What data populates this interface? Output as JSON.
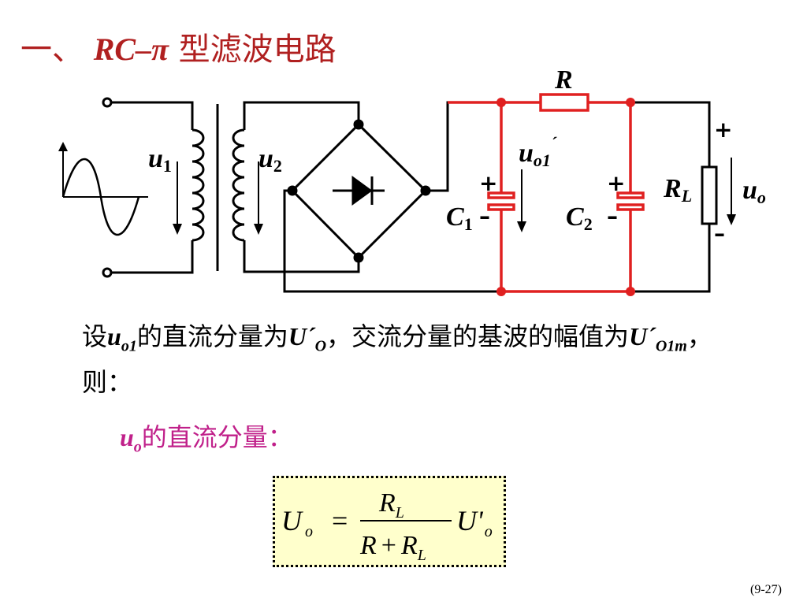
{
  "title": {
    "prefix": "一、",
    "rc": "RC–π",
    "suffix": " 型滤波电路"
  },
  "circuit": {
    "labels": {
      "u1": "u",
      "u1_sub": "1",
      "u2": "u",
      "u2_sub": "2",
      "uo1": "u",
      "uo1_sub": "o1",
      "uo1_prime": "´",
      "R": "R",
      "RL": "R",
      "RL_sub": "L",
      "C1": "C",
      "C1_sub": "1",
      "C2": "C",
      "C2_sub": "2",
      "uo": "u",
      "uo_sub": "o",
      "plus": "+",
      "minus": "–"
    },
    "colors": {
      "filter_wire": "#e02020",
      "wire": "#000000"
    }
  },
  "paragraph": {
    "t1": "设",
    "v1": "u",
    "v1_sub": "o1",
    "t2": "的直流分量为",
    "v2": "U´",
    "v2_sub": "O",
    "t3": "，交流分量的基波的幅值为",
    "v3": "U´",
    "v3_sub": "O1m",
    "t4": "，则："
  },
  "subheading": {
    "v": "u",
    "v_sub": "o",
    "text": "的直流分量："
  },
  "formula": {
    "lhs": "U",
    "lhs_sub": "o",
    "eq": "=",
    "num": "R",
    "num_sub": "L",
    "den_a": "R",
    "den_plus": "+",
    "den_b": "R",
    "den_b_sub": "L",
    "rhs": "U'",
    "rhs_sub": "o"
  },
  "page_number": "(9-27)"
}
